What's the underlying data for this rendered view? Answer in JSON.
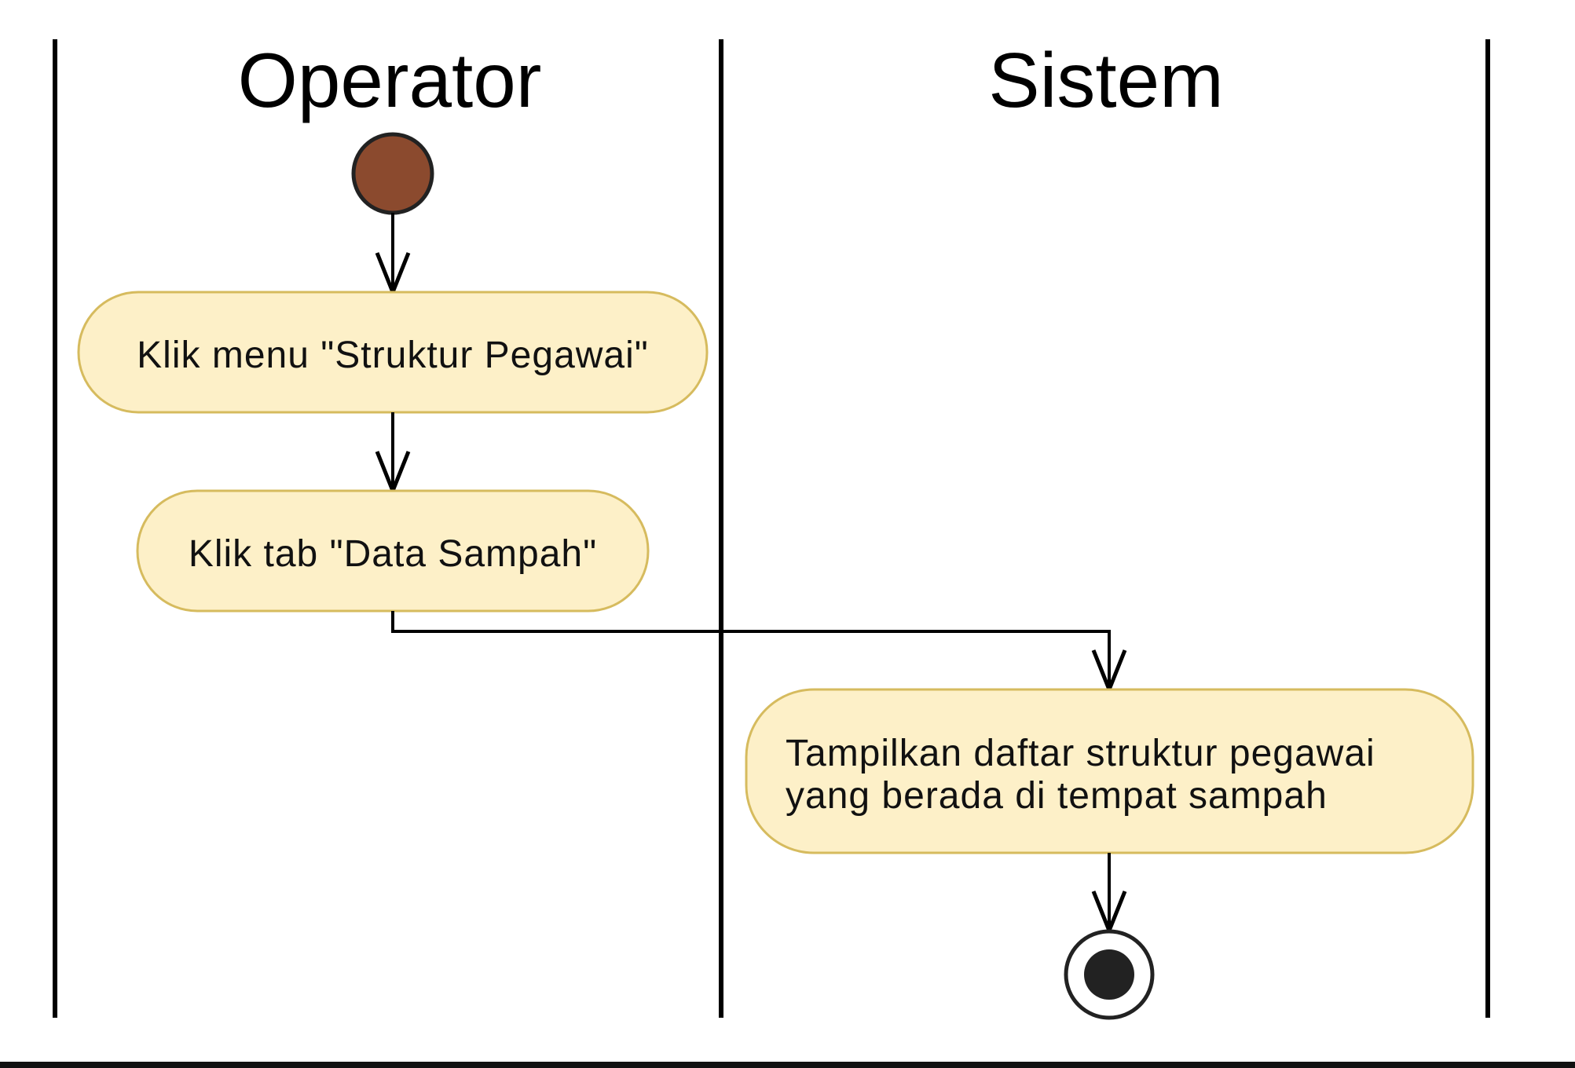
{
  "lanes": [
    {
      "title": "Operator"
    },
    {
      "title": "Sistem"
    }
  ],
  "activities": [
    {
      "lines": [
        "Klik menu \"Struktur Pegawai\""
      ]
    },
    {
      "lines": [
        "Klik tab \"Data Sampah\""
      ]
    },
    {
      "lines": [
        "Tampilkan daftar struktur pegawai",
        "yang berada di tempat sampah"
      ]
    }
  ],
  "colors": {
    "activity_fill": "#fdf0c8",
    "activity_stroke": "#d6bb5e",
    "start_node": "#8b4a2e",
    "end_node": "#222222",
    "line": "#000000"
  }
}
